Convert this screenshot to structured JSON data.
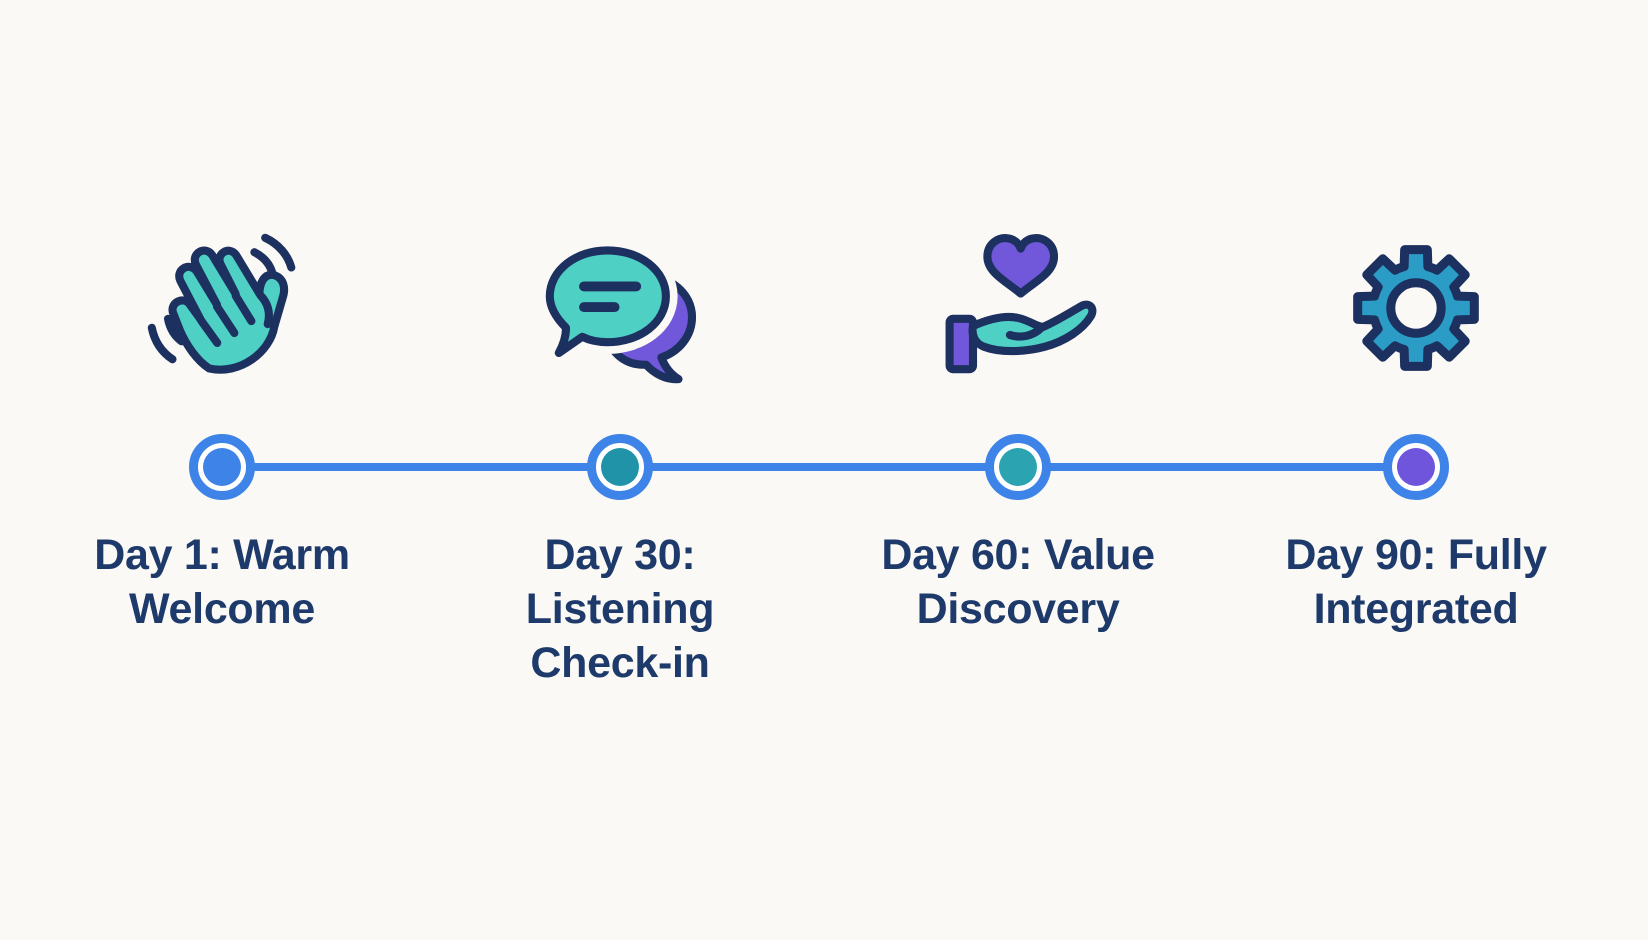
{
  "page": {
    "type": "timeline-infographic",
    "background_color": "#faf9f5"
  },
  "colors": {
    "accent_blue": "#3e83e8",
    "outline_navy": "#1d3160",
    "text_navy": "#1e3a6b",
    "teal": "#4fd0c5",
    "purple": "#7158da",
    "gear_blue": "#2b9cc6",
    "node_ring": "#3e83e8",
    "node_fill": "#ffffff"
  },
  "timeline": {
    "line_color": "#3e83e8",
    "milestones": [
      {
        "id": "day-1",
        "icon": "waving-hand-icon",
        "label": "Day 1: Warm Welcome",
        "lines": [
          "Day 1: Warm",
          "Welcome"
        ],
        "dot_color": "#3e83e8"
      },
      {
        "id": "day-30",
        "icon": "chat-bubbles-icon",
        "label": "Day 30: Listening Check-in",
        "lines": [
          "Day 30:",
          "Listening",
          "Check-in"
        ],
        "dot_color": "#2093a9"
      },
      {
        "id": "day-60",
        "icon": "hand-holding-heart-icon",
        "label": "Day 60: Value Discovery",
        "lines": [
          "Day 60: Value",
          "Discovery"
        ],
        "dot_color": "#2ca3b0"
      },
      {
        "id": "day-90",
        "icon": "gear-icon",
        "label": "Day 90: Fully Integrated",
        "lines": [
          "Day 90: Fully",
          "Integrated"
        ],
        "dot_color": "#6f55dc"
      }
    ]
  }
}
